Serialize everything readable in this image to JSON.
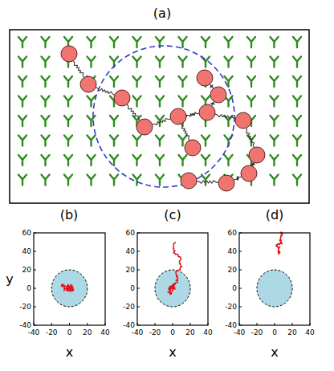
{
  "diagram": {
    "labels": [
      "(a)",
      "(b)",
      "(c)",
      "(d)",
      "60",
      "40",
      "20",
      "0",
      "-20",
      "-40",
      "-40",
      "-20",
      "0",
      "20",
      "40",
      "x",
      "y",
      "60",
      "40",
      "20",
      "0",
      "-20",
      "-40",
      "-40",
      "-20",
      "0",
      "20",
      "40",
      "x",
      "60",
      "40",
      "20",
      "0",
      "-20",
      "-40",
      "-40",
      "-20",
      "0",
      "20",
      "40",
      "x"
    ]
  }
}
